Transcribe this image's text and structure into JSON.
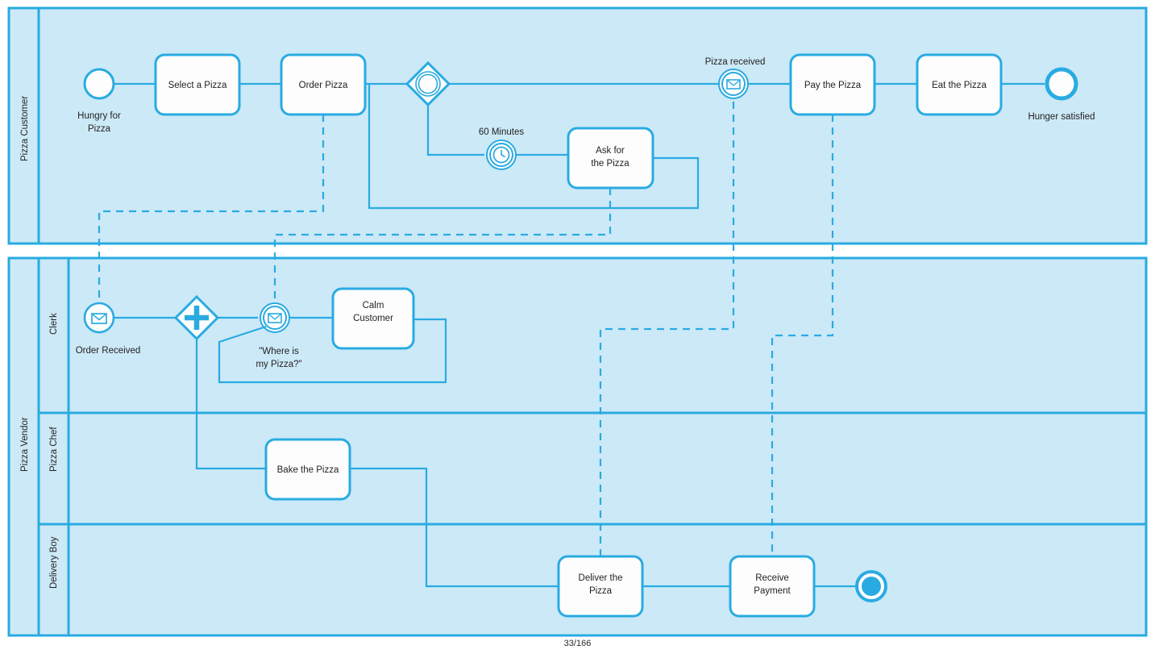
{
  "page": {
    "footer_page_number": "33/166"
  },
  "colors": {
    "stroke": "#29ABE2",
    "lane_fill": "#CCE9F7",
    "task_fill": "#FDFDFD",
    "text": "#231F20",
    "page_bg": "#FFFFFF"
  },
  "pools": [
    {
      "id": "pool-customer",
      "label": "Pizza Customer"
    },
    {
      "id": "pool-vendor",
      "label": "Pizza Vendor"
    }
  ],
  "lanes": [
    {
      "id": "lane-clerk",
      "label": "Clerk"
    },
    {
      "id": "lane-pizza-chef",
      "label": "Pizza Chef"
    },
    {
      "id": "lane-delivery-boy",
      "label": "Delivery Boy"
    }
  ],
  "customer_lane": {
    "start_event": {
      "name": "start-event-hungry",
      "label": "Hungry for\nPizza",
      "label_line1": "Hungry for",
      "label_line2": "Pizza"
    },
    "tasks": [
      {
        "name": "task-select-a-pizza",
        "label": "Select a Pizza"
      },
      {
        "name": "task-order-pizza",
        "label": "Order Pizza"
      },
      {
        "name": "task-ask-for-the-pizza",
        "label_line1": "Ask for",
        "label_line2": "the Pizza"
      },
      {
        "name": "task-pay-the-pizza",
        "label": "Pay the Pizza"
      },
      {
        "name": "task-eat-the-pizza",
        "label": "Eat the Pizza"
      }
    ],
    "gateway": {
      "name": "event-based-gateway",
      "type": "event-based"
    },
    "timer_event": {
      "name": "timer-intermediate-event",
      "label": "60 Minutes"
    },
    "message_event": {
      "name": "message-intermediate-event-pizza-received",
      "label": "Pizza received"
    },
    "end_event": {
      "name": "end-event-hunger-satisfied",
      "label": "Hunger satisfied"
    }
  },
  "clerk_lane": {
    "start_event": {
      "name": "message-start-event-order-received",
      "label": "Order Received"
    },
    "gateway": {
      "name": "parallel-gateway",
      "type": "parallel"
    },
    "message_event": {
      "name": "message-intermediate-event-where-is-my-pizza",
      "label_line1": "\"Where is",
      "label_line2": "my Pizza?\""
    },
    "tasks": [
      {
        "name": "task-calm-customer",
        "label_line1": "Calm",
        "label_line2": "Customer"
      }
    ]
  },
  "chef_lane": {
    "tasks": [
      {
        "name": "task-bake-the-pizza",
        "label": "Bake the Pizza"
      }
    ]
  },
  "delivery_lane": {
    "tasks": [
      {
        "name": "task-deliver-the-pizza",
        "label_line1": "Deliver the",
        "label_line2": "Pizza"
      },
      {
        "name": "task-receive-payment",
        "label_line1": "Receive",
        "label_line2": "Payment"
      }
    ],
    "end_event": {
      "name": "end-event-message-throw",
      "label": ""
    }
  }
}
